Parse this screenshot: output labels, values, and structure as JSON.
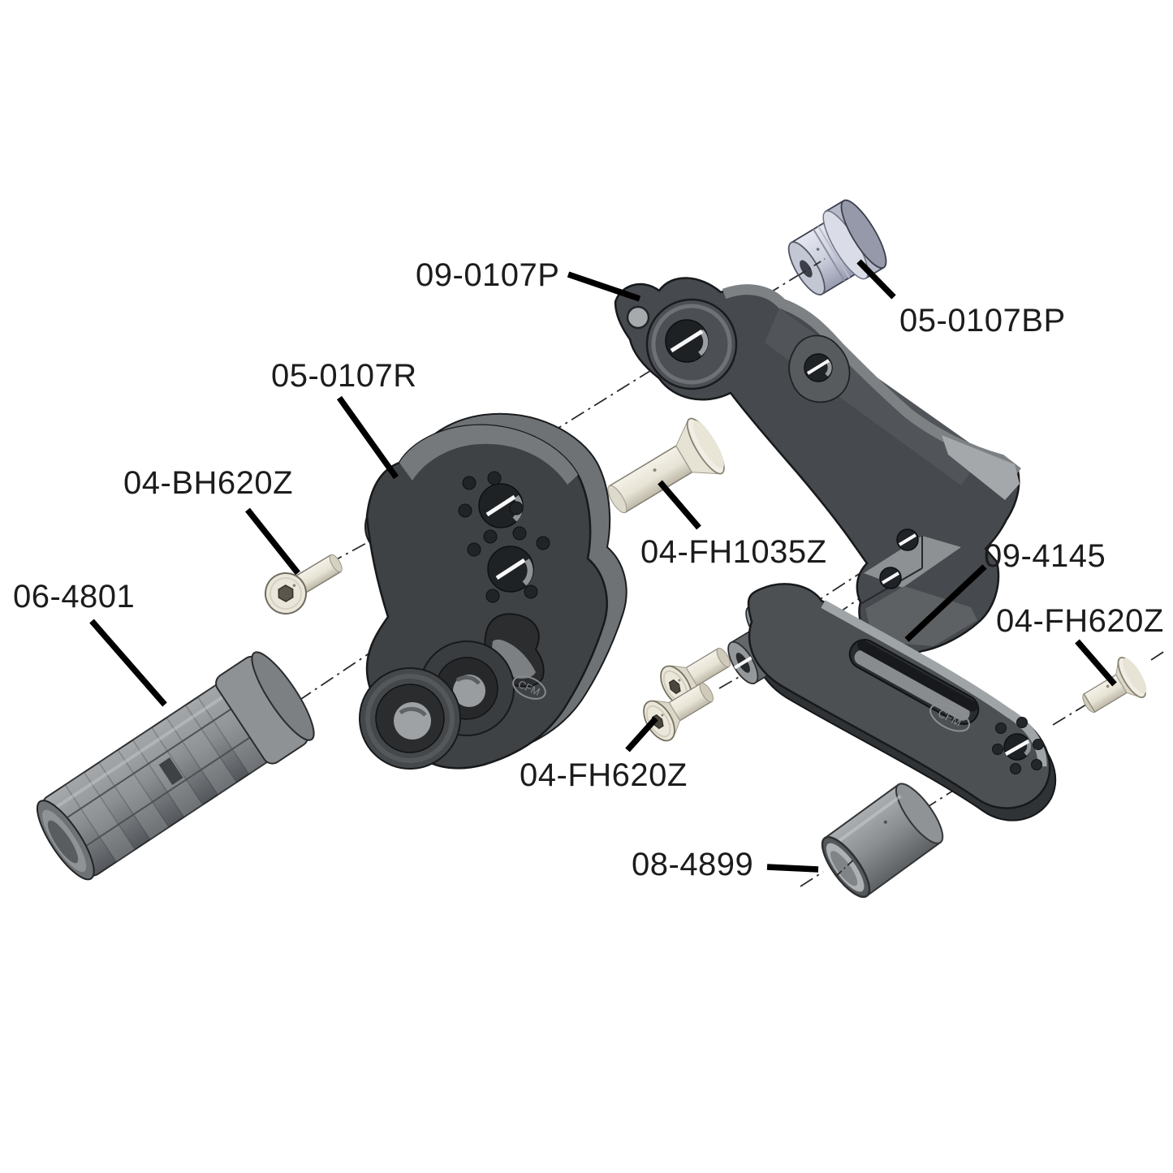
{
  "diagram": {
    "kind": "exploded-parts-diagram",
    "subject": "rearset footpeg and shift-arm assembly",
    "background": "#ffffff",
    "logo_text": "CFM",
    "colors": {
      "part_dark_gray": "#3f4245",
      "part_mid_gray": "#54585b",
      "part_light_gray": "#75797c",
      "bolt_cream": "#ece8dc",
      "bushing_blue_gray": "#ced2de",
      "metal_gray": "#8a8d90",
      "label_text": "#1c1c1c",
      "leader_line": "#000000",
      "axis_line": "#2b2b2b"
    }
  },
  "labels": [
    {
      "text": "09-0107P",
      "part": "pivot-arm-bracket"
    },
    {
      "text": "05-0107BP",
      "part": "pivot-bushing"
    },
    {
      "text": "05-0107R",
      "part": "main-mount-plate"
    },
    {
      "text": "04-BH620Z",
      "part": "button-head-screw"
    },
    {
      "text": "06-4801",
      "part": "footpeg-grip"
    },
    {
      "text": "04-FH1035Z",
      "part": "flat-head-pivot-bolt"
    },
    {
      "text": "09-4145",
      "part": "shift-link-arm"
    },
    {
      "text": "04-FH620Z",
      "part": "flat-head-screw-right"
    },
    {
      "text": "04-FH620Z",
      "part": "flat-head-screw-pair"
    },
    {
      "text": "08-4899",
      "part": "spacer-tube"
    }
  ]
}
